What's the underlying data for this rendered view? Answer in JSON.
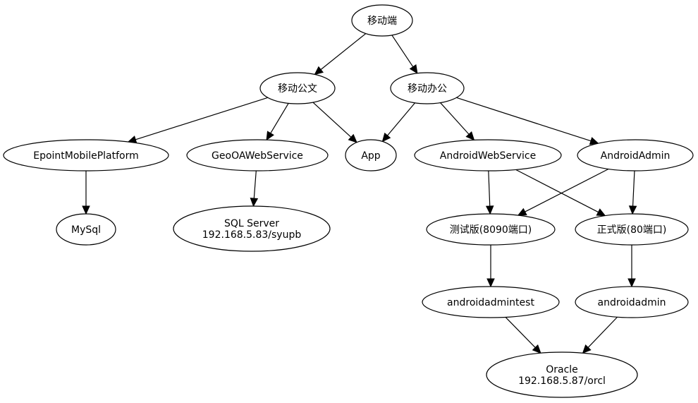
{
  "diagram": {
    "type": "directed-graph",
    "nodes": [
      {
        "id": "mobile",
        "lines": [
          "移动端"
        ]
      },
      {
        "id": "mobile_doc",
        "lines": [
          "移动公文"
        ]
      },
      {
        "id": "mobile_office",
        "lines": [
          "移动办公"
        ]
      },
      {
        "id": "epoint",
        "lines": [
          "EpointMobilePlatform"
        ]
      },
      {
        "id": "geooa",
        "lines": [
          "GeoOAWebService"
        ]
      },
      {
        "id": "app",
        "lines": [
          "App"
        ]
      },
      {
        "id": "android_ws",
        "lines": [
          "AndroidWebService"
        ]
      },
      {
        "id": "android_admin",
        "lines": [
          "AndroidAdmin"
        ]
      },
      {
        "id": "mysql",
        "lines": [
          "MySql"
        ]
      },
      {
        "id": "sqlserver",
        "lines": [
          "SQL Server",
          "192.168.5.83/syupb"
        ]
      },
      {
        "id": "test_ver",
        "lines": [
          "测试版(8090端口)"
        ]
      },
      {
        "id": "prod_ver",
        "lines": [
          "正式版(80端口)"
        ]
      },
      {
        "id": "androidadmintest",
        "lines": [
          "androidadmintest"
        ]
      },
      {
        "id": "androidadmin",
        "lines": [
          "androidadmin"
        ]
      },
      {
        "id": "oracle",
        "lines": [
          "Oracle",
          "192.168.5.87/orcl"
        ]
      }
    ],
    "edges": [
      {
        "from": "mobile",
        "to": "mobile_doc"
      },
      {
        "from": "mobile",
        "to": "mobile_office"
      },
      {
        "from": "mobile_doc",
        "to": "epoint"
      },
      {
        "from": "mobile_doc",
        "to": "geooa"
      },
      {
        "from": "mobile_doc",
        "to": "app"
      },
      {
        "from": "mobile_office",
        "to": "app"
      },
      {
        "from": "mobile_office",
        "to": "android_ws"
      },
      {
        "from": "mobile_office",
        "to": "android_admin"
      },
      {
        "from": "epoint",
        "to": "mysql"
      },
      {
        "from": "geooa",
        "to": "sqlserver"
      },
      {
        "from": "android_ws",
        "to": "test_ver"
      },
      {
        "from": "android_ws",
        "to": "prod_ver"
      },
      {
        "from": "android_admin",
        "to": "test_ver"
      },
      {
        "from": "android_admin",
        "to": "prod_ver"
      },
      {
        "from": "test_ver",
        "to": "androidadmintest"
      },
      {
        "from": "prod_ver",
        "to": "androidadmin"
      },
      {
        "from": "androidadmintest",
        "to": "oracle"
      },
      {
        "from": "androidadmin",
        "to": "oracle"
      }
    ]
  }
}
